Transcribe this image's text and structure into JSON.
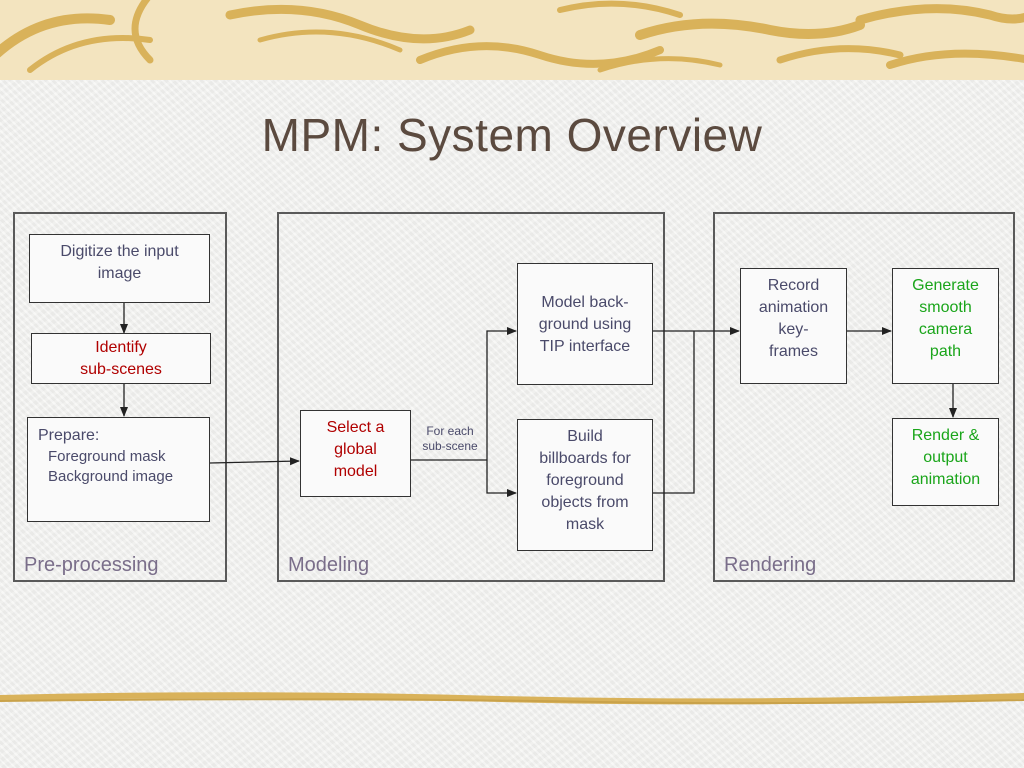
{
  "title": "MPM: System Overview",
  "panels": {
    "preprocessing": "Pre-processing",
    "modeling": "Modeling",
    "rendering": "Rendering"
  },
  "boxes": {
    "digitize": "Digitize the input\nimage",
    "identify": "Identify\nsub-scenes",
    "prepare_heading": "Prepare:",
    "prepare_items": [
      "Foreground mask",
      "Background image"
    ],
    "select_model": "Select a\nglobal\nmodel",
    "model_background": "Model back-\nground using\nTIP interface",
    "build_billboards": "Build\nbillboards for\nforeground\nobjects from\nmask",
    "record_keyframes": "Record\nanimation\nkey-\nframes",
    "generate_path": "Generate\nsmooth\ncamera\npath",
    "render_output": "Render &\noutput\nanimation"
  },
  "for_each_label": "For each\nsub-scene",
  "colors": {
    "title": "#5b4a3f",
    "normal_text": "#4a4a6a",
    "red_text": "#b00000",
    "green_text": "#1aa51a",
    "panel_label": "#7a6e8a",
    "border": "#333333",
    "band": "#f3e4bf",
    "swirl": "#d9b25a"
  }
}
